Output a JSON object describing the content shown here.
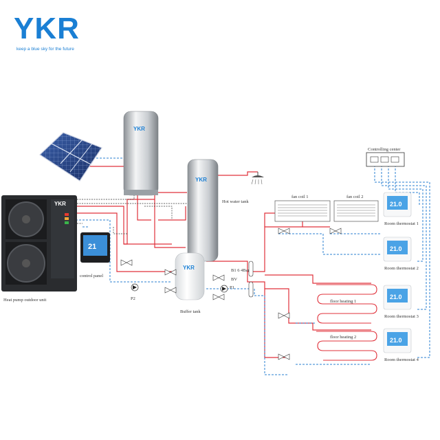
{
  "brand": {
    "name": "YKR",
    "tagline": "keep a blue sky for the future"
  },
  "colors": {
    "hot": "#e0303a",
    "cold": "#2a7fd0",
    "dark": "#333333",
    "brand": "#1a7fd4"
  },
  "labels": {
    "controlling_center": "Controlling center",
    "hot_water_tank": "Hot water tank",
    "fan_coil_1": "fan coil 1",
    "fan_coil_2": "fan coil 2",
    "room_thermostat_1": "Room thermostat 1",
    "room_thermostat_2": "Room thermostat 2",
    "room_thermostat_3": "Room thermostat 3",
    "room_thermostat_4": "Room thermostat 4",
    "control_panel": "control panel",
    "heat_pump": "Heat pump outdoor unit",
    "buffer_tank": "Buffer tank",
    "floor_heating_1": "floor heating 1",
    "floor_heating_2": "floor heating 2",
    "pump_p2": "P2",
    "pump_p1": "P1",
    "bv": "BV",
    "bypass": "B1 6 4Bar"
  },
  "devices": {
    "tank_logo": "YKR",
    "heat_pump_logo": "YKR",
    "panel_display": "21",
    "thermostat_display": "21.0"
  },
  "icons": [
    "solar-panel-icon",
    "shower-head-icon",
    "valve-icon",
    "pump-icon",
    "fan-icon"
  ]
}
